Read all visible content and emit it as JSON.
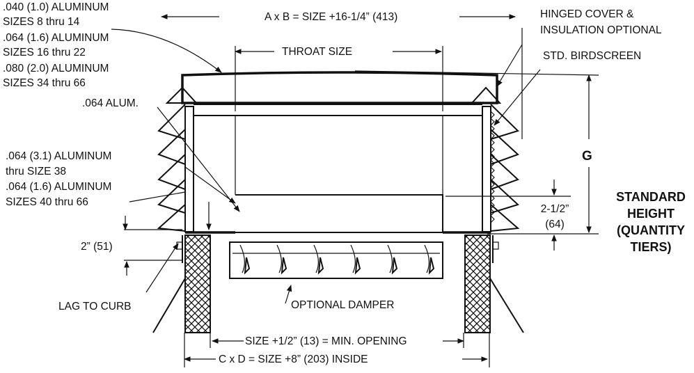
{
  "labels": {
    "spec_line1": ".040 (1.0) ALUMINUM",
    "spec_line2": "SIZES 8 thru 14",
    "spec_line3": ".064 (1.6) ALUMINUM",
    "spec_line4": "SIZES 16 thru 22",
    "spec_line5": ".080 (2.0) ALUMINUM",
    "spec_line6": "SIZES 34 thru 66",
    "axb": "A x B = SIZE +16-1/4” (413)",
    "hinged_line1": "HINGED COVER &",
    "hinged_line2": "INSULATION OPTIONAL",
    "birdscreen": "STD. BIRDSCREEN",
    "throat": "THROAT SIZE",
    "alum064": ".064 ALUM.",
    "alum_line1": ".064  (3.1) ALUMINUM",
    "alum_line2": "thru SIZE 38",
    "alum_line3": ".064 (1.6) ALUMINUM",
    "alum_line4": "SIZES 40 thru 66",
    "g": "G",
    "standard_line1": "STANDARD",
    "standard_line2": "HEIGHT",
    "standard_line3": "(QUANTITY",
    "standard_line4": "TIERS)",
    "tier_dim_line1": "2-1/2”",
    "tier_dim_line2": "(64)",
    "flange_dim": "2” (51)",
    "lag": "LAG TO CURB",
    "damper": "OPTIONAL DAMPER",
    "min_opening": "SIZE +1/2” (13) = MIN. OPENING",
    "cxd": "C  x D = SIZE +8” (203) INSIDE"
  }
}
